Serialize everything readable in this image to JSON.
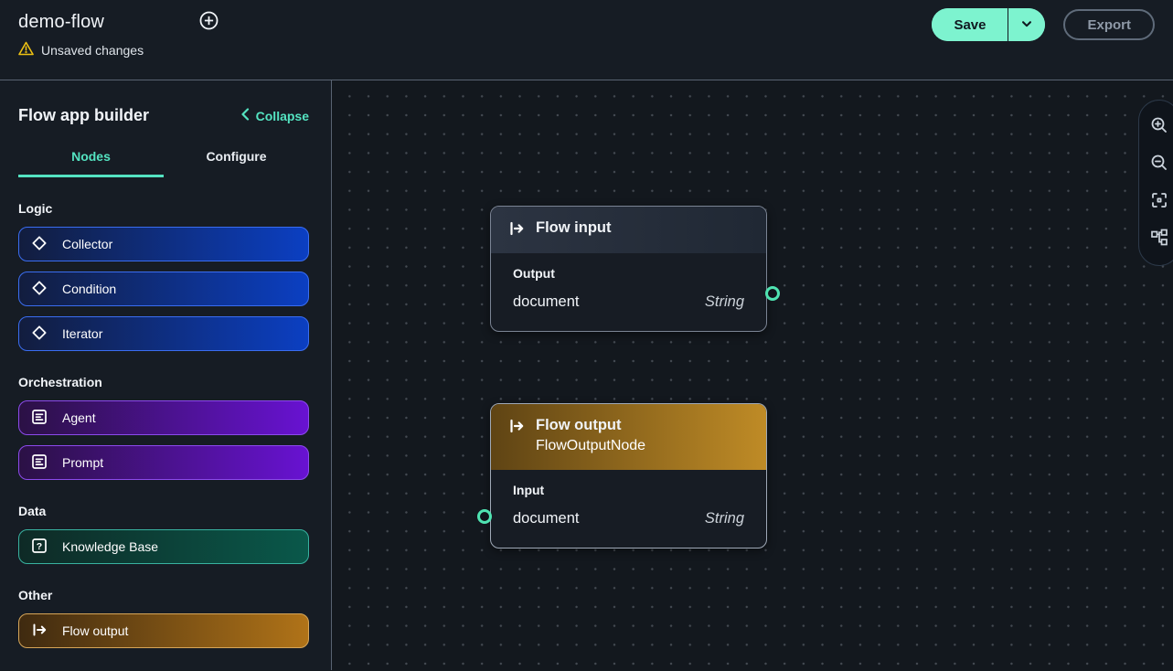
{
  "app": {
    "title": "demo-flow",
    "unsaved_changes": "Unsaved changes"
  },
  "actions": {
    "save": "Save",
    "export": "Export"
  },
  "panel": {
    "title": "Flow app builder",
    "collapse": "Collapse",
    "tabs": [
      {
        "label": "Nodes",
        "active": true
      },
      {
        "label": "Configure",
        "active": false
      }
    ],
    "sections": [
      {
        "heading": "Logic",
        "items": [
          {
            "label": "Collector",
            "icon": "diamond-icon",
            "theme": "blue"
          },
          {
            "label": "Condition",
            "icon": "diamond-icon",
            "theme": "blue"
          },
          {
            "label": "Iterator",
            "icon": "diamond-icon",
            "theme": "blue"
          }
        ]
      },
      {
        "heading": "Orchestration",
        "items": [
          {
            "label": "Agent",
            "icon": "form-icon",
            "theme": "purple"
          },
          {
            "label": "Prompt",
            "icon": "form-icon",
            "theme": "purple"
          }
        ]
      },
      {
        "heading": "Data",
        "items": [
          {
            "label": "Knowledge Base",
            "icon": "question-box-icon",
            "theme": "teal"
          }
        ]
      },
      {
        "heading": "Other",
        "items": [
          {
            "label": "Flow output",
            "icon": "flow-output-icon",
            "theme": "amber"
          }
        ]
      }
    ]
  },
  "canvas": {
    "nodes": [
      {
        "title": "Flow input",
        "section": "Output",
        "field": "document",
        "field_type": "String",
        "port_side": "right"
      },
      {
        "title": "Flow output",
        "subtitle": "FlowOutputNode",
        "section": "Input",
        "field": "document",
        "field_type": "String",
        "port_side": "left"
      }
    ]
  },
  "map_controls": [
    "zoom-in",
    "zoom-out",
    "fit-view",
    "auto-layout"
  ],
  "colors": {
    "accent_mint": "#54e3c1",
    "save_fill": "#7df3cf",
    "warning": "#eec113",
    "logic_blue": "#0b3fc2",
    "orchestration_purple": "#6812d2",
    "data_teal": "#0a584a",
    "other_amber": "#b07318"
  }
}
